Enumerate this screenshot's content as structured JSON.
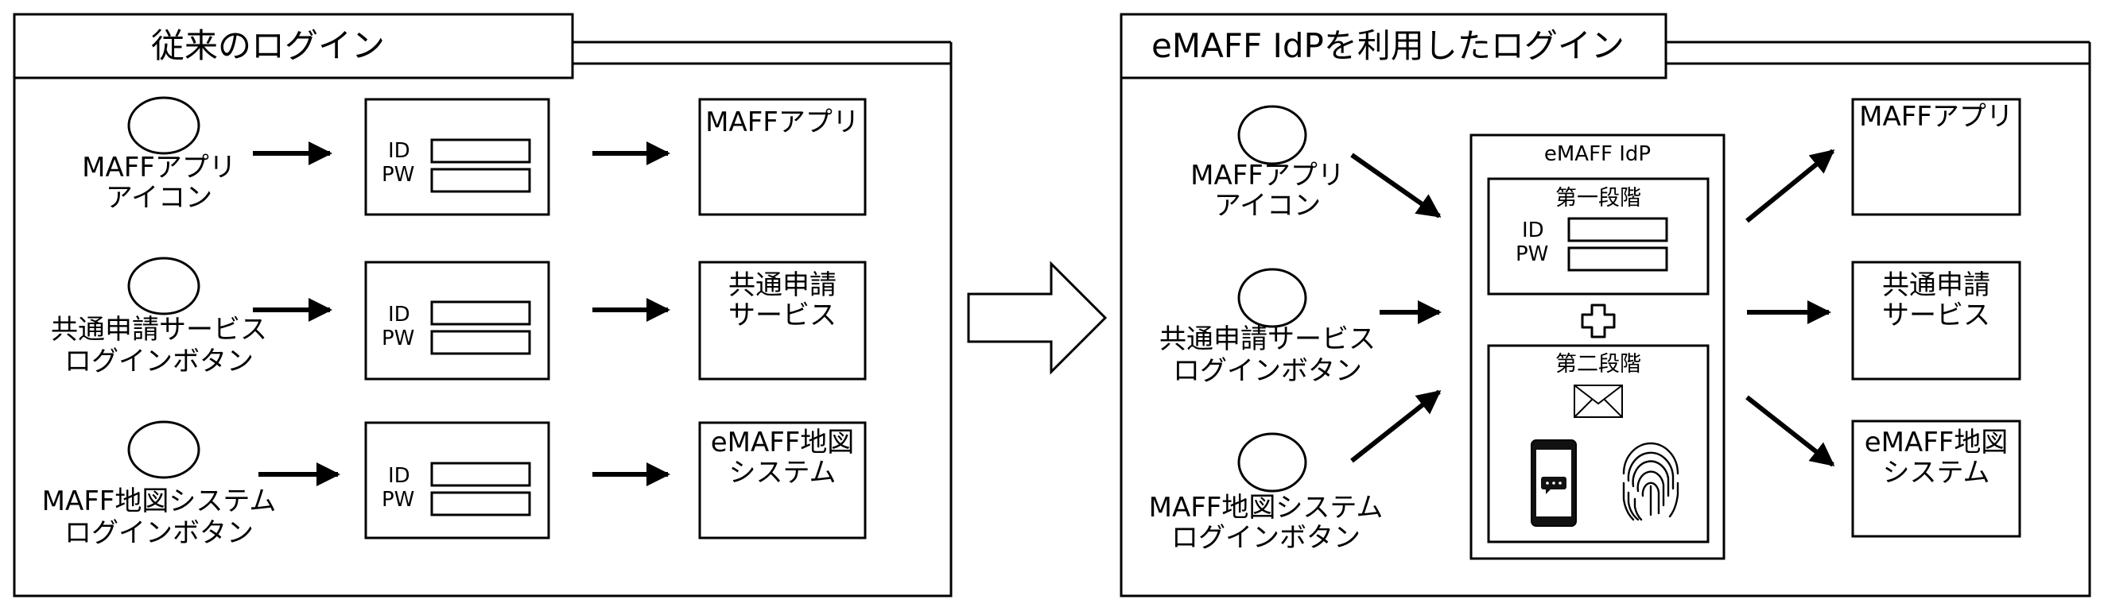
{
  "panels": {
    "left": {
      "title": "従来のログイン",
      "sources": [
        {
          "line1": "MAFFアプリ",
          "line2": "アイコン"
        },
        {
          "line1": "共通申請サービス",
          "line2": "ログインボタン"
        },
        {
          "line1": "MAFF地図システム",
          "line2": "ログインボタン"
        }
      ],
      "login_forms": [
        {
          "id_label": "ID",
          "pw_label": "PW"
        },
        {
          "id_label": "ID",
          "pw_label": "PW"
        },
        {
          "id_label": "ID",
          "pw_label": "PW"
        }
      ],
      "destinations": [
        {
          "line1": "MAFFアプリ",
          "line2": ""
        },
        {
          "line1": "共通申請",
          "line2": "サービス"
        },
        {
          "line1": "eMAFF地図",
          "line2": "システム"
        }
      ]
    },
    "right": {
      "title": "eMAFF IdPを利用したログイン",
      "sources": [
        {
          "line1": "MAFFアプリ",
          "line2": "アイコン"
        },
        {
          "line1": "共通申請サービス",
          "line2": "ログインボタン"
        },
        {
          "line1": "MAFF地図システム",
          "line2": "ログインボタン"
        }
      ],
      "idp": {
        "title": "eMAFF IdP",
        "stage1": {
          "title": "第一段階",
          "id_label": "ID",
          "pw_label": "PW"
        },
        "stage2": {
          "title": "第二段階"
        },
        "icons": [
          "envelope-icon",
          "smartphone-icon",
          "fingerprint-icon",
          "plus-icon"
        ]
      },
      "destinations": [
        {
          "line1": "MAFFアプリ",
          "line2": ""
        },
        {
          "line1": "共通申請",
          "line2": "サービス"
        },
        {
          "line1": "eMAFF地図",
          "line2": "システム"
        }
      ]
    }
  }
}
